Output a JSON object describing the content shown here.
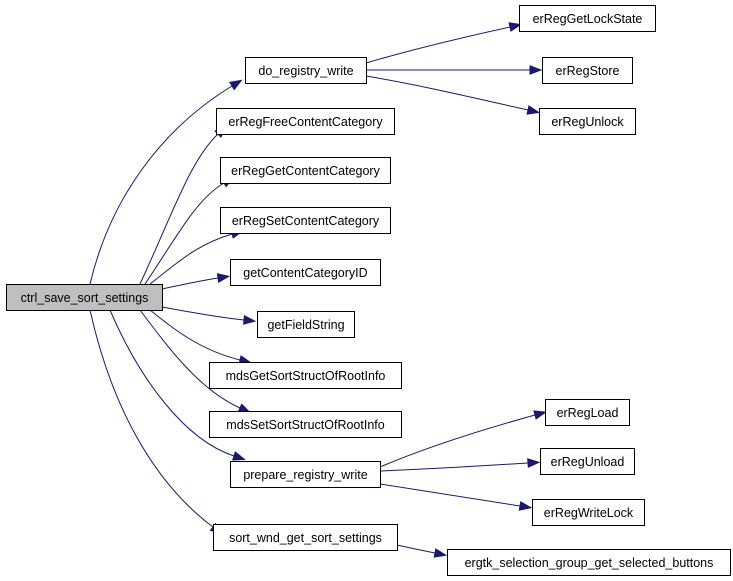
{
  "diagram": {
    "colors": {
      "edge": "#191970",
      "root_fill": "#bfbfbf",
      "node_fill": "#ffffff",
      "node_stroke": "#000000"
    },
    "nodes": [
      {
        "id": "ctrl_save_sort_settings",
        "label": "ctrl_save_sort_settings",
        "root": true
      },
      {
        "id": "do_registry_write",
        "label": "do_registry_write"
      },
      {
        "id": "erRegFreeContentCategory",
        "label": "erRegFreeContentCategory"
      },
      {
        "id": "erRegGetContentCategory",
        "label": "erRegGetContentCategory"
      },
      {
        "id": "erRegSetContentCategory",
        "label": "erRegSetContentCategory"
      },
      {
        "id": "getContentCategoryID",
        "label": "getContentCategoryID"
      },
      {
        "id": "getFieldString",
        "label": "getFieldString"
      },
      {
        "id": "mdsGetSortStructOfRootInfo",
        "label": "mdsGetSortStructOfRootInfo"
      },
      {
        "id": "mdsSetSortStructOfRootInfo",
        "label": "mdsSetSortStructOfRootInfo"
      },
      {
        "id": "prepare_registry_write",
        "label": "prepare_registry_write"
      },
      {
        "id": "sort_wnd_get_sort_settings",
        "label": "sort_wnd_get_sort_settings"
      },
      {
        "id": "erRegGetLockState",
        "label": "erRegGetLockState"
      },
      {
        "id": "erRegStore",
        "label": "erRegStore"
      },
      {
        "id": "erRegUnlock",
        "label": "erRegUnlock"
      },
      {
        "id": "erRegLoad",
        "label": "erRegLoad"
      },
      {
        "id": "erRegUnload",
        "label": "erRegUnload"
      },
      {
        "id": "erRegWriteLock",
        "label": "erRegWriteLock"
      },
      {
        "id": "ergtk_selection_group_get_selected_buttons",
        "label": "ergtk_selection_group_get_selected_buttons"
      }
    ],
    "edges": [
      {
        "from": "ctrl_save_sort_settings",
        "to": "do_registry_write"
      },
      {
        "from": "ctrl_save_sort_settings",
        "to": "erRegFreeContentCategory"
      },
      {
        "from": "ctrl_save_sort_settings",
        "to": "erRegGetContentCategory"
      },
      {
        "from": "ctrl_save_sort_settings",
        "to": "erRegSetContentCategory"
      },
      {
        "from": "ctrl_save_sort_settings",
        "to": "getContentCategoryID"
      },
      {
        "from": "ctrl_save_sort_settings",
        "to": "getFieldString"
      },
      {
        "from": "ctrl_save_sort_settings",
        "to": "mdsGetSortStructOfRootInfo"
      },
      {
        "from": "ctrl_save_sort_settings",
        "to": "mdsSetSortStructOfRootInfo"
      },
      {
        "from": "ctrl_save_sort_settings",
        "to": "prepare_registry_write"
      },
      {
        "from": "ctrl_save_sort_settings",
        "to": "sort_wnd_get_sort_settings"
      },
      {
        "from": "do_registry_write",
        "to": "erRegGetLockState"
      },
      {
        "from": "do_registry_write",
        "to": "erRegStore"
      },
      {
        "from": "do_registry_write",
        "to": "erRegUnlock"
      },
      {
        "from": "prepare_registry_write",
        "to": "erRegLoad"
      },
      {
        "from": "prepare_registry_write",
        "to": "erRegUnload"
      },
      {
        "from": "prepare_registry_write",
        "to": "erRegWriteLock"
      },
      {
        "from": "sort_wnd_get_sort_settings",
        "to": "ergtk_selection_group_get_selected_buttons"
      }
    ]
  }
}
